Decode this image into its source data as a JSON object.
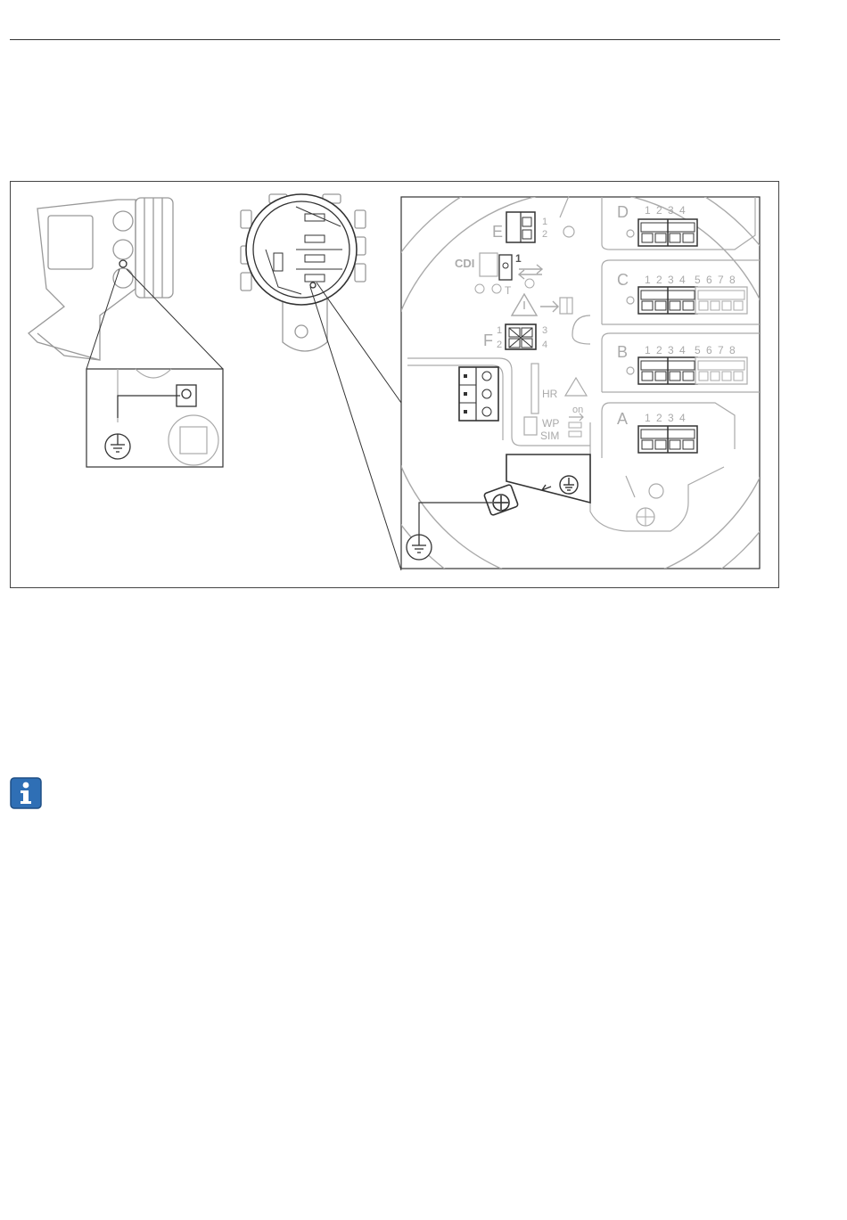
{
  "figure": {
    "terminal_letters": {
      "D": "D",
      "C": "C",
      "B": "B",
      "A": "A",
      "E": "E",
      "F": "F"
    },
    "pins_4": [
      "1",
      "2",
      "3",
      "4"
    ],
    "pins_8": [
      "1",
      "2",
      "3",
      "4",
      "5",
      "6",
      "7",
      "8"
    ],
    "e_pins": [
      "1",
      "2"
    ],
    "f_pins": {
      "p1": "1",
      "p2": "2",
      "p3": "3",
      "p4": "4"
    },
    "cdi_label": "CDI",
    "cdi_pin": "1",
    "hr_label": "HR",
    "on_label": "on",
    "wp_label": "WP",
    "sim_label": "SIM",
    "t_label": "T"
  },
  "colors": {
    "line": "#333333",
    "grey": "#9a9a9a",
    "info": "#2f6fb5"
  },
  "icons": {
    "info": "info-icon",
    "ground": "ground-icon"
  }
}
